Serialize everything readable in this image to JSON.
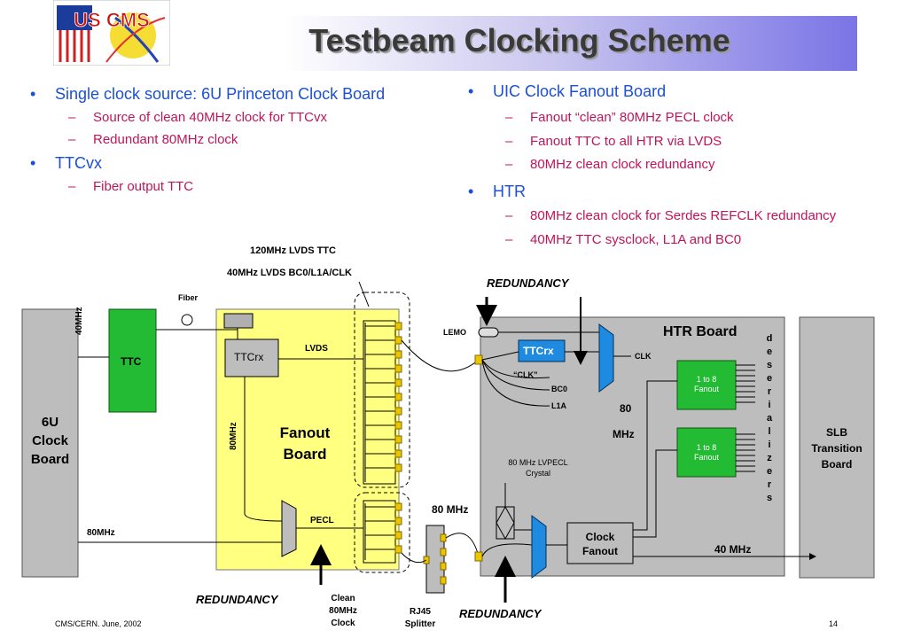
{
  "logo_text": "US CMS",
  "title": "Testbeam Clocking Scheme",
  "left_bullets": [
    {
      "text": "Single clock source:  6U Princeton Clock Board",
      "subs": [
        "Source of clean 40MHz clock for TTCvx",
        "Redundant 80MHz clock"
      ]
    },
    {
      "text": "TTCvx",
      "subs": [
        "Fiber output TTC"
      ]
    }
  ],
  "right_bullets": [
    {
      "text": "UIC Clock Fanout Board",
      "subs": [
        "Fanout “clean” 80MHz PECL clock",
        "Fanout TTC to all HTR via LVDS",
        "80MHz clean clock redundancy"
      ]
    },
    {
      "text": "HTR",
      "subs": [
        "80MHz clean clock for Serdes REFCLK redundancy",
        "40MHz TTC sysclock, L1A and BC0"
      ]
    }
  ],
  "bullet_dot": "•",
  "sub_dash": "–",
  "diagram": {
    "top_label_1": "120MHz  LVDS  TTC",
    "top_label_2": "40MHz  LVDS  BC0/L1A/CLK",
    "fiber": "Fiber",
    "clock_board": [
      "6U",
      "Clock",
      "Board"
    ],
    "label_40mhz_v": "40MHz",
    "ttc": "TTC",
    "label_80mhz_left": "80MHz",
    "fanout_ttcrx": "TTCrx",
    "lvds": "LVDS",
    "label_80mhz_v": "80MHz",
    "fanout_board": [
      "Fanout",
      "Board"
    ],
    "pecl": "PECL",
    "redundancy_1": "REDUNDANCY",
    "clean_clock": [
      "Clean",
      "80MHz",
      "Clock"
    ],
    "rj45": [
      "RJ45",
      "Splitter"
    ],
    "redundancy_2": "REDUNDANCY",
    "redundancy_top": "REDUNDANCY",
    "lemo": "LEMO",
    "htr_board": "HTR Board",
    "htr_ttcrx": "TTCrx",
    "clk": "CLK",
    "clk_quoted": "“CLK”",
    "bc0": "BC0",
    "l1a": "L1A",
    "label_80": "80",
    "label_mhz": "MHz",
    "crystal": [
      "80 MHz LVPECL",
      "Crystal"
    ],
    "label_80mhz_mid": "80 MHz",
    "fanout_1to8_a": [
      "1 to 8",
      "Fanout"
    ],
    "fanout_1to8_b": [
      "1 to 8",
      "Fanout"
    ],
    "deserializers": [
      "d",
      "e",
      "s",
      "e",
      "r",
      "i",
      "a",
      "l",
      "i",
      "z",
      "e",
      "r",
      "s"
    ],
    "clock_fanout": [
      "Clock",
      "Fanout"
    ],
    "label_40mhz_out": "40 MHz",
    "slb": [
      "SLB",
      "Transition",
      "Board"
    ]
  },
  "footer_left": "CMS/CERN. June, 2002",
  "footer_right": "14"
}
